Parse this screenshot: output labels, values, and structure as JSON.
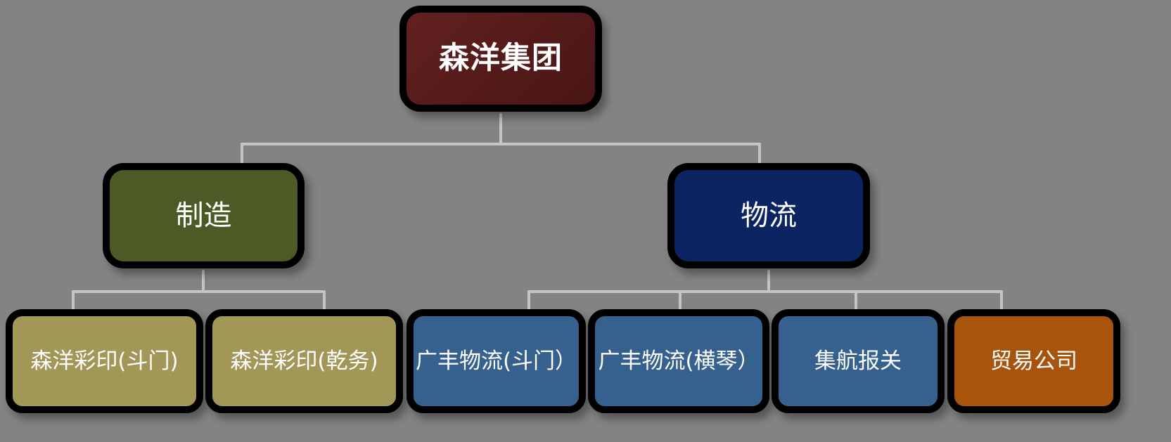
{
  "canvas": {
    "background_color": "#838383",
    "connector_color": "#c4c4c4",
    "node_border_color": "#000000"
  },
  "org_chart": {
    "root": {
      "label": "森洋集团",
      "color": "#5a1b1b",
      "text_color": "#ffffff"
    },
    "divisions": [
      {
        "label": "制造",
        "color": "#4c5b25",
        "text_color": "#ffffff",
        "children": [
          {
            "label": "森洋彩印(斗门)",
            "color": "#a39758",
            "text_color": "#ffffff"
          },
          {
            "label": "森洋彩印(乾务)",
            "color": "#a39758",
            "text_color": "#ffffff"
          }
        ]
      },
      {
        "label": "物流",
        "color": "#0c2461",
        "text_color": "#ffffff",
        "children": [
          {
            "label": "广丰物流(斗门）",
            "color": "#36618f",
            "text_color": "#ffffff"
          },
          {
            "label": "广丰物流(横琴）",
            "color": "#36618f",
            "text_color": "#ffffff"
          },
          {
            "label": "集航报关",
            "color": "#36618f",
            "text_color": "#ffffff"
          },
          {
            "label": "贸易公司",
            "color": "#a9540c",
            "text_color": "#ffffff"
          }
        ]
      }
    ]
  }
}
